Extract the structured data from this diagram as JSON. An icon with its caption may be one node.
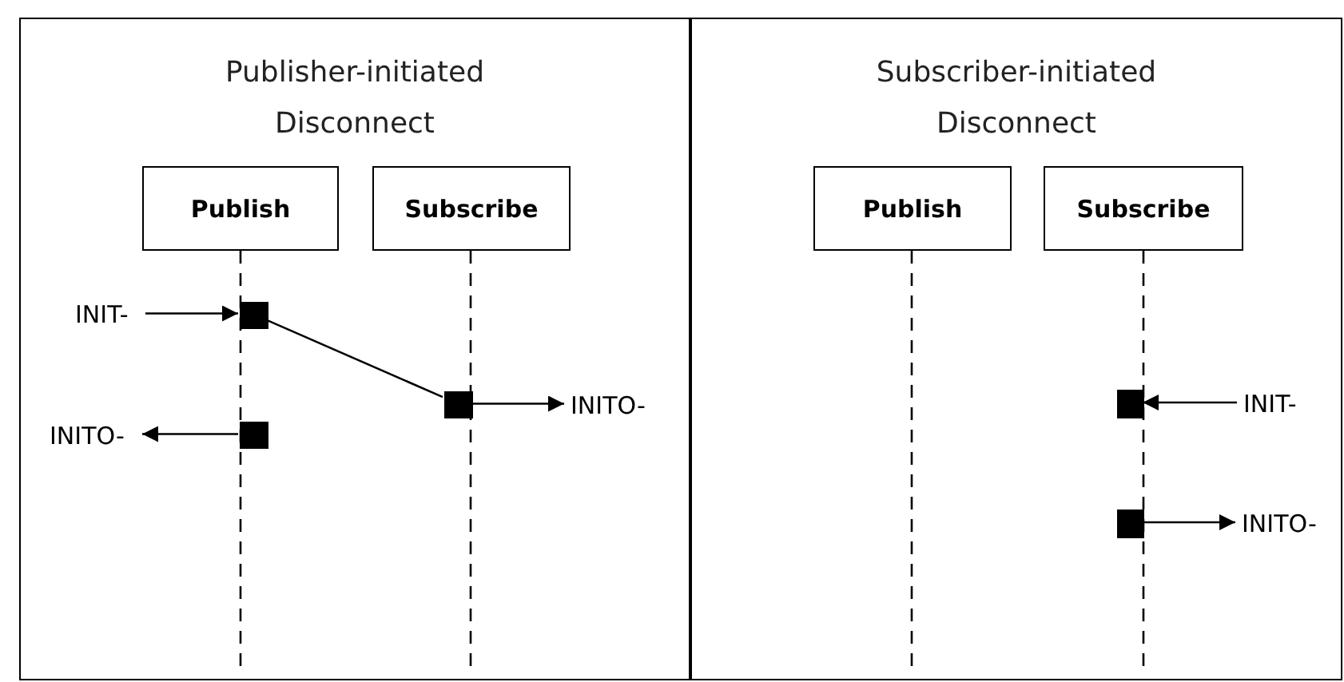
{
  "diagram": {
    "nodes": [
      {
        "text": [
          "Publisher-initiated Disconnect"
        ]
      },
      {
        "text": [
          "Publish"
        ],
        "in": 0
      },
      {
        "text": [
          "Subscribe"
        ],
        "in": 0
      },
      {
        "text": [
          "INIT-"
        ],
        "in": 0
      },
      {
        "text": [],
        "shape": "box",
        "in": 0
      },
      {
        "text": [],
        "shape": "box",
        "in": 0
      },
      {
        "text": [
          "INITO-"
        ],
        "in": 0
      },
      {
        "text": [
          "INITO-"
        ],
        "in": 0
      },
      {
        "text": [],
        "shape": "box",
        "in": 0
      },
      {
        "text": [
          "Subscriber-initiated Disconnect"
        ]
      },
      {
        "text": [
          "Publish"
        ],
        "in": 9
      },
      {
        "text": [
          "Subscribe"
        ],
        "in": 9
      },
      {
        "text": [],
        "shape": "box",
        "in": 9
      },
      {
        "text": [
          "INIT-"
        ],
        "in": 9
      },
      {
        "text": [],
        "shape": "box",
        "in": 9
      },
      {
        "text": [
          "INITO-"
        ],
        "in": 9
      }
    ],
    "edges": [
      {
        "from": 3,
        "to": 4,
        "arrow": "to"
      },
      {
        "from": 4,
        "to": 5,
        "arrow": "none"
      },
      {
        "from": 5,
        "to": 6,
        "arrow": "to"
      },
      {
        "from": 8,
        "to": 7,
        "arrow": "to"
      },
      {
        "from": 13,
        "to": 12,
        "arrow": "to"
      },
      {
        "from": 14,
        "to": 15,
        "arrow": "to"
      }
    ]
  }
}
